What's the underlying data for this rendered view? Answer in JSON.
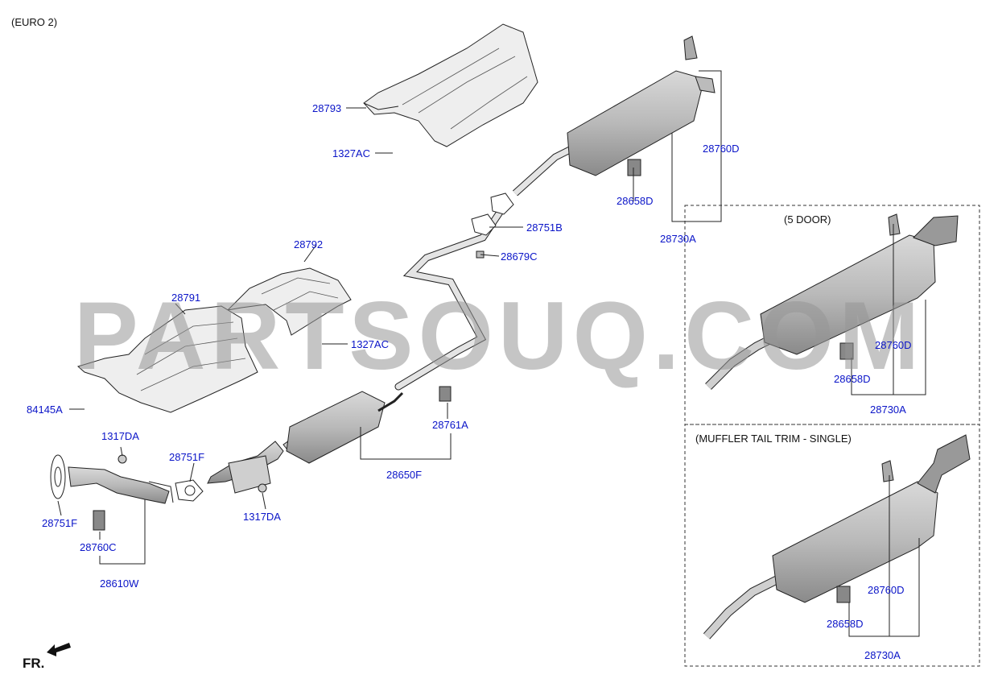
{
  "header": {
    "variant": "(EURO 2)"
  },
  "watermark": "PARTSOUQ.COM",
  "orientation": {
    "label": "FR."
  },
  "insets": [
    {
      "title": "(5 DOOR)"
    },
    {
      "title": "(MUFFLER TAIL TRIM - SINGLE)"
    }
  ],
  "parts": {
    "p28793": "28793",
    "p1327AC_a": "1327AC",
    "p28792": "28792",
    "p1327AC_b": "1327AC",
    "p28791": "28791",
    "p84145A": "84145A",
    "p28760D": "28760D",
    "p28658D": "28658D",
    "p28751B": "28751B",
    "p28679C": "28679C",
    "p28730A": "28730A",
    "p28761A": "28761A",
    "p28650F": "28650F",
    "p1317DA_a": "1317DA",
    "p28751F_a": "28751F",
    "p28751F_b": "28751F",
    "p1317DA_b": "1317DA",
    "p28760C": "28760C",
    "p28610W": "28610W",
    "i1_28760D": "28760D",
    "i1_28658D": "28658D",
    "i1_28730A": "28730A",
    "i2_28760D": "28760D",
    "i2_28658D": "28658D",
    "i2_28730A": "28730A"
  },
  "colors": {
    "label": "#0a14c8",
    "line": "#222222",
    "part_fill": "#e6e6e6",
    "watermark": "#969696"
  }
}
